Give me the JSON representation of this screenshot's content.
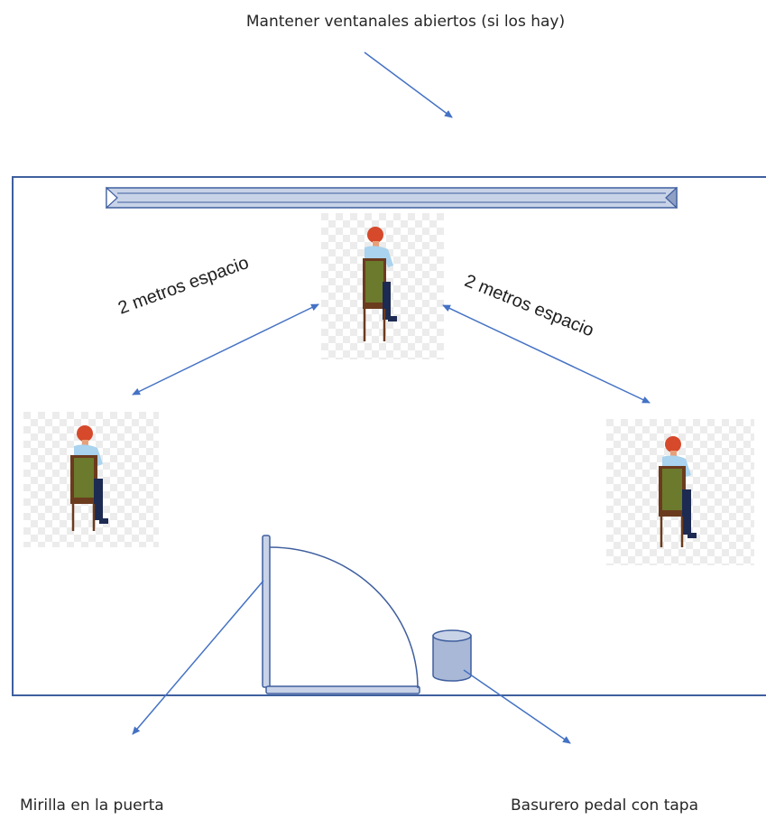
{
  "labels": {
    "windows": "Mantener ventanales abiertos (si los hay)",
    "peephole": "Mirilla en la puerta",
    "bin": "Basurero pedal con tapa",
    "distance_left": "2 metros espacio",
    "distance_right": "2 metros espacio"
  },
  "colors": {
    "wall": "#3f5f9e",
    "arrow": "#4472c4",
    "window_fill": "#c9d3e8",
    "chair": "#6b7a2c",
    "skin": "#d6492b",
    "shirt": "#a9d3ee",
    "pants": "#1d2a52"
  },
  "icons": {
    "person": "seated-person-icon",
    "bin": "trash-bin-icon"
  }
}
